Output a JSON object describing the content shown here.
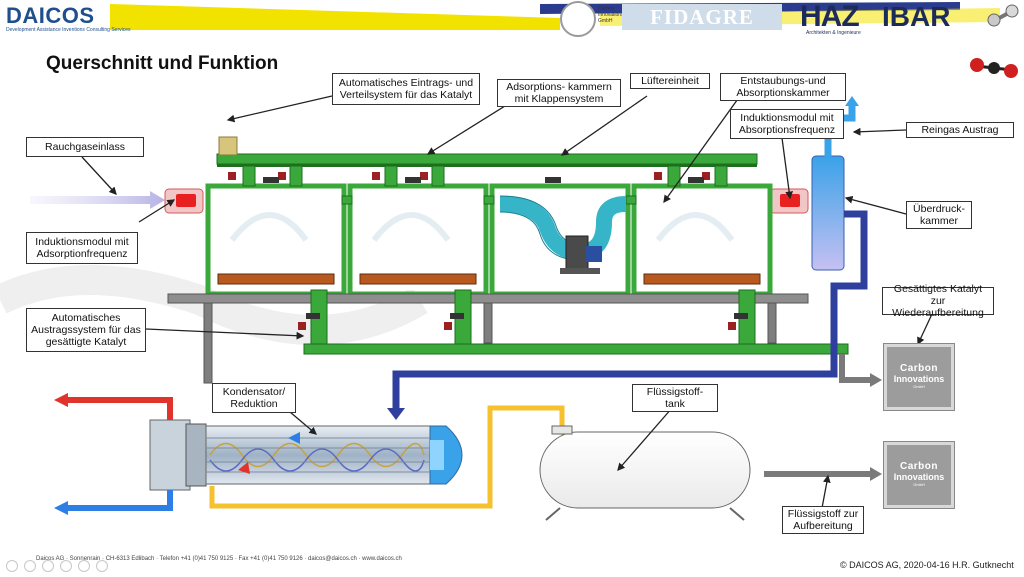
{
  "header": {
    "daicos_logo": "DAICOS",
    "daicos_tagline": "Development Assistance Inventions Consulting Services",
    "carbon_innovations_small": "Carbon Innovations GmbH",
    "fidagre_logo": "FIDAGRE",
    "haz_logo": "HAZ",
    "ibar_logo": "IBAR",
    "haz_tagline": "Architekten & Ingenieure",
    "colors": {
      "bar_yellow": "#f2e200",
      "bar_blue": "#2b3c8f",
      "daicos_blue": "#1f4f8c"
    }
  },
  "title": "Querschnitt und Funktion",
  "labels": {
    "rauchgaseinlass": "Rauchgaseinlass",
    "eintrag": "Automatisches Eintrags- und Verteilsystem für das Katalyt",
    "adsorptionskammern": "Adsorptions- kammern mit Klappensystem",
    "luefter": "Lüftereinheit",
    "entstaubung": "Entstaubungs-und Absorptionskammer",
    "induktion_right": "Induktionsmodul mit Absorptionsfrequenz",
    "reingas": "Reingas Austrag",
    "induktion_left": "Induktionsmodul mit Adsorptionfrequenz",
    "ueberdruck": "Überdruck- kammer",
    "austrag": "Automatisches Austragssystem für das gesättigte Katalyt",
    "gesaettigtes": "Gesättigtes Katalyt zur Wiederaufbereitung",
    "kondensator": "Kondensator/ Reduktion",
    "fluessigtank": "Flüssigstoff- tank",
    "fluessig_aufbereitung": "Flüssigstoff zur Aufbereitung"
  },
  "carbon_box": {
    "line1": "Carbon",
    "line2": "Innovations",
    "line3": "GmbH"
  },
  "footer": {
    "contact": "Daicos AG · Sonnenrain · CH-6313 Edlibach · Telefon +41 (0)41 750 9125 · Fax +41 (0)41 750 9126 · daicos@daicos.ch · www.daicos.ch",
    "copyright": "© DAICOS AG, 2020-04-16 H.R. Gutknecht"
  },
  "colors": {
    "frame_green": "#3aa83a",
    "dark_green": "#1d6e1d",
    "pipe_blue": "#2f3f9e",
    "pipe_yellow": "#f5c12e",
    "pipe_red": "#e0332b",
    "pipe_lightblue": "#3a8fd6",
    "pipe_grey": "#7a7a7a",
    "duct_teal": "#36b4c8"
  }
}
